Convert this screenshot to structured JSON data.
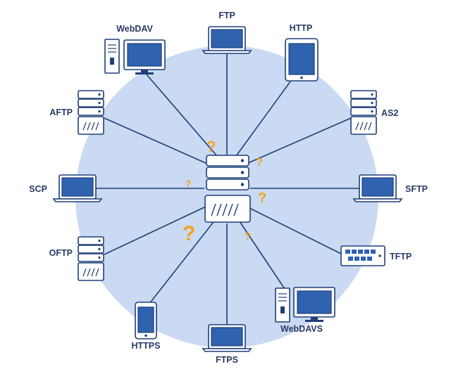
{
  "diagram": {
    "colors": {
      "background_circle": "#c9daf2",
      "line": "#1f3f78",
      "device_outline": "#1f3f78",
      "screen": "#2f63b0",
      "question_mark": "#f4a41c",
      "label": "#2a3a66"
    },
    "center": {
      "name": "central-server",
      "icon": "server-stack-icon"
    },
    "protocols": {
      "ftp": "FTP",
      "http": "HTTP",
      "as2": "AS2",
      "sftp": "SFTP",
      "tftp": "TFTP",
      "webdavs": "WebDAVS",
      "ftps": "FTPS",
      "https": "HTTPS",
      "oftp": "OFTP",
      "scp": "SCP",
      "aftp": "AFTP",
      "webdav": "WebDAV"
    },
    "question_marks": [
      "?",
      "?",
      "?",
      "?",
      "?",
      "?"
    ]
  }
}
